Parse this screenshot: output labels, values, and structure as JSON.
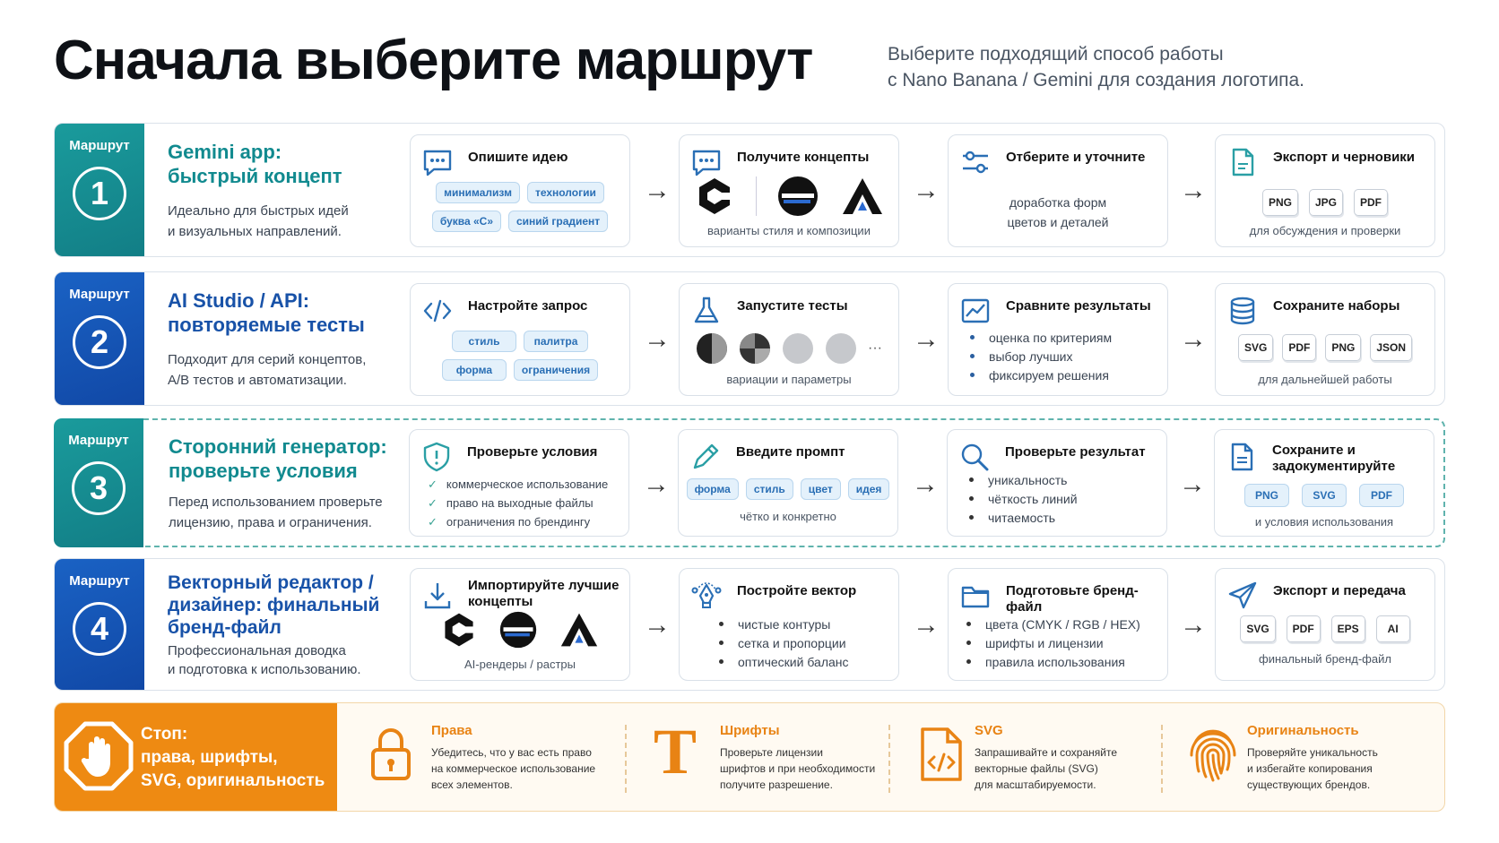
{
  "header": {
    "title": "Сначала выберите маршрут",
    "subtitle_line1": "Выберите подходящий способ работы",
    "subtitle_line2": "с Nano Banana / Gemini для создания логотипа."
  },
  "colors": {
    "teal": "#168f93",
    "blue": "#1858b8",
    "orange": "#ee8a12",
    "tag": "#2a6fb5"
  },
  "route_label": "Маршрут",
  "arrow_glyph": "→",
  "dots_glyph": "···",
  "routes": [
    {
      "num": "1",
      "title_line1": "Gemini app:",
      "title_line2": "быстрый концепт",
      "desc_line1": "Идеально для быстрых идей",
      "desc_line2": "и визуальных направлений.",
      "c1": {
        "icon": "chat-icon",
        "title": "Опишите идею",
        "tags": [
          "минимализм",
          "технологии",
          "буква «С»",
          "синий градиент"
        ]
      },
      "c2": {
        "icon": "chat-icon",
        "title": "Получите концепты",
        "foot": "варианты стиля и композиции"
      },
      "c3": {
        "icon": "sliders-icon",
        "title": "Отберите и уточните",
        "line1": "доработка форм",
        "line2": "цветов и деталей"
      },
      "c4": {
        "icon": "document-icon",
        "title": "Экспорт и черновики",
        "formats": [
          "PNG",
          "JPG",
          "PDF"
        ],
        "foot": "для обсуждения и проверки"
      }
    },
    {
      "num": "2",
      "title_line1": "AI Studio / API:",
      "title_line2": "повторяемые тесты",
      "desc_line1": "Подходит для серий концептов,",
      "desc_line2": "A/B тестов и автоматизации.",
      "c1": {
        "icon": "code-icon",
        "title": "Настройте запрос",
        "tags": [
          "стиль",
          "палитра",
          "форма",
          "ограничения"
        ]
      },
      "c2": {
        "icon": "flask-icon",
        "title": "Запустите тесты",
        "foot": "вариации и параметры"
      },
      "c3": {
        "icon": "chart-icon",
        "title": "Сравните результаты",
        "items": [
          "оценка по критериям",
          "выбор лучших",
          "фиксируем решения"
        ]
      },
      "c4": {
        "icon": "database-icon",
        "title": "Сохраните наборы",
        "formats": [
          "SVG",
          "PDF",
          "PNG",
          "JSON"
        ],
        "foot": "для дальнейшей работы"
      }
    },
    {
      "num": "3",
      "title_line1": "Сторонний генератор:",
      "title_line2": "проверьте условия",
      "desc_line1": "Перед использованием проверьте",
      "desc_line2": "лицензию, права и ограничения.",
      "c1": {
        "icon": "shield-icon",
        "title": "Проверьте условия",
        "checks": [
          "коммерческое использование",
          "право на выходные файлы",
          "ограничения по брендингу"
        ]
      },
      "c2": {
        "icon": "pencil-icon",
        "title": "Введите промпт",
        "tags": [
          "форма",
          "стиль",
          "цвет",
          "идея"
        ],
        "foot": "чётко и конкретно"
      },
      "c3": {
        "icon": "magnifier-icon",
        "title": "Проверьте результат",
        "items": [
          "уникальность",
          "чёткость линий",
          "читаемость"
        ]
      },
      "c4": {
        "icon": "document-icon",
        "title_line1": "Сохраните и",
        "title_line2": "задокументируйте",
        "formats": [
          "PNG",
          "SVG",
          "PDF"
        ],
        "foot": "и условия использования"
      }
    },
    {
      "num": "4",
      "title_line1": "Векторный редактор /",
      "title_line2": "дизайнер: финальный",
      "title_line3": "бренд-файл",
      "desc_line1": "Профессиональная доводка",
      "desc_line2": "и подготовка к использованию.",
      "c1": {
        "icon": "download-icon",
        "title_line1": "Импортируйте лучшие",
        "title_line2": "концепты",
        "foot": "AI-рендеры / растры"
      },
      "c2": {
        "icon": "pen-tool-icon",
        "title": "Постройте вектор",
        "items": [
          "чистые контуры",
          "сетка и пропорции",
          "оптический баланс"
        ]
      },
      "c3": {
        "icon": "folder-icon",
        "title": "Подготовьте бренд-файл",
        "items": [
          "цвета (CMYK / RGB / HEX)",
          "шрифты и лицензии",
          "правила использования"
        ]
      },
      "c4": {
        "icon": "send-icon",
        "title": "Экспорт и передача",
        "formats": [
          "SVG",
          "PDF",
          "EPS",
          "AI"
        ],
        "foot": "финальный бренд-файл"
      }
    }
  ],
  "stop": {
    "icon": "stop-hand-icon",
    "title_line1": "Стоп:",
    "title_line2": "права, шрифты,",
    "title_line3": "SVG, оригинальность",
    "items": [
      {
        "icon": "lock-icon",
        "name": "Права",
        "l1": "Убедитесь, что у вас есть право",
        "l2": "на коммерческое использование",
        "l3": "всех элементов."
      },
      {
        "icon": "font-t-icon",
        "name": "Шрифты",
        "glyph": "T",
        "l1": "Проверьте лицензии",
        "l2": "шрифтов и при необходимости",
        "l3": "получите разрешение."
      },
      {
        "icon": "svg-file-icon",
        "name": "SVG",
        "l1": "Запрашивайте и сохраняйте",
        "l2": "векторные файлы (SVG)",
        "l3": "для масштабируемости."
      },
      {
        "icon": "fingerprint-icon",
        "name": "Оригинальность",
        "l1": "Проверяйте уникальность",
        "l2": "и избегайте копирования",
        "l3": "существующих брендов."
      }
    ]
  }
}
